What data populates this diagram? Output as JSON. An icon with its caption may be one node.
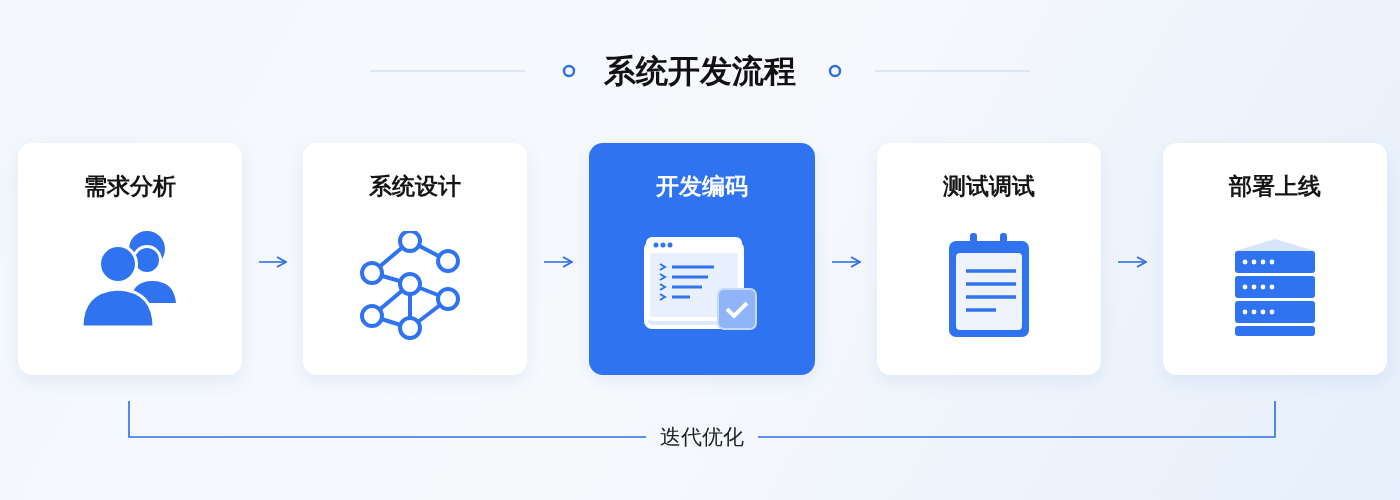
{
  "diagram": {
    "title": "系统开发流程",
    "nodes": [
      {
        "text": [
          "需求分析"
        ]
      },
      {
        "text": [
          "系统设计"
        ]
      },
      {
        "text": [
          "开发编码"
        ]
      },
      {
        "text": [
          "测试调试"
        ]
      },
      {
        "text": [
          "部署上线"
        ]
      }
    ],
    "edges": [
      {
        "from": 0,
        "to": 1,
        "arrow": "to"
      },
      {
        "from": 1,
        "to": 2,
        "arrow": "to"
      },
      {
        "from": 2,
        "to": 3,
        "arrow": "to"
      },
      {
        "from": 3,
        "to": 4,
        "arrow": "to"
      },
      {
        "from": 0,
        "to": 4,
        "arrow": "none",
        "label": "迭代优化"
      }
    ]
  }
}
